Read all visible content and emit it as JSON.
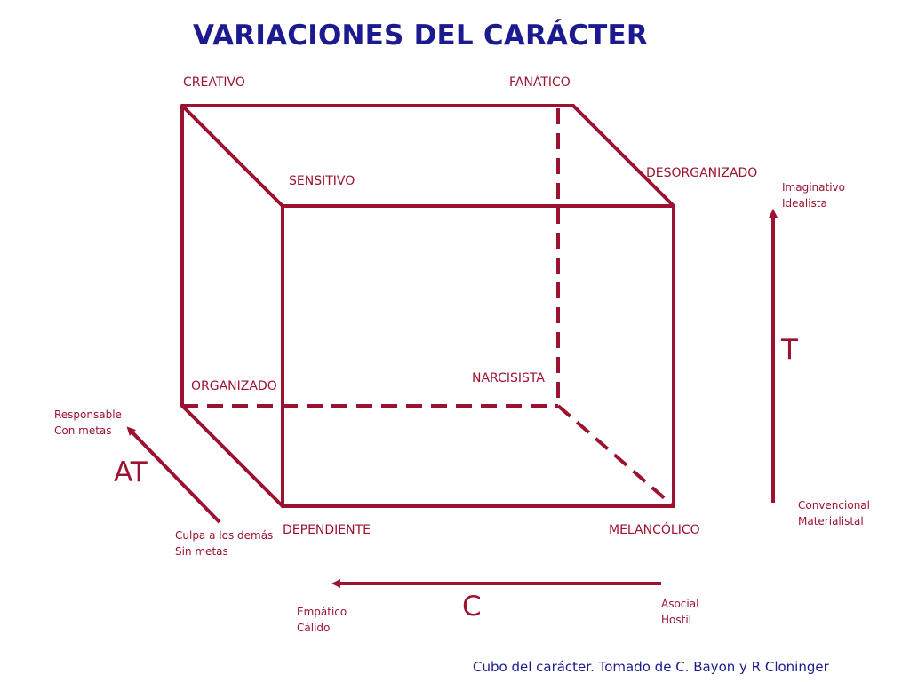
{
  "title": "VARIACIONES DEL CARÁCTER",
  "vertices": {
    "creativo": "CREATIVO",
    "fanatico": "FANÁTICO",
    "sensitivo": "SENSITIVO",
    "desorganizado": "DESORGANIZADO",
    "organizado": "ORGANIZADO",
    "narcisista": "NARCISISTA",
    "dependiente": "DEPENDIENTE",
    "melancolico": "MELANCÓLICO"
  },
  "axes": {
    "T": {
      "letter": "T",
      "high": [
        "Imaginativo",
        "Idealista"
      ],
      "low": [
        "Convencional",
        "Materialistal"
      ]
    },
    "AT": {
      "letter": "AT",
      "high": [
        "Responsable",
        "Con metas"
      ],
      "low": [
        "Culpa a los demás",
        "Sin metas"
      ]
    },
    "C": {
      "letter": "C",
      "high": [
        "Empático",
        "Cálido"
      ],
      "low": [
        "Asocial",
        "Hostil"
      ]
    }
  },
  "caption": "Cubo del carácter. Tomado de C. Bayon y R Cloninger",
  "colors": {
    "line": "#9b1330",
    "title": "#1b1a8f"
  }
}
